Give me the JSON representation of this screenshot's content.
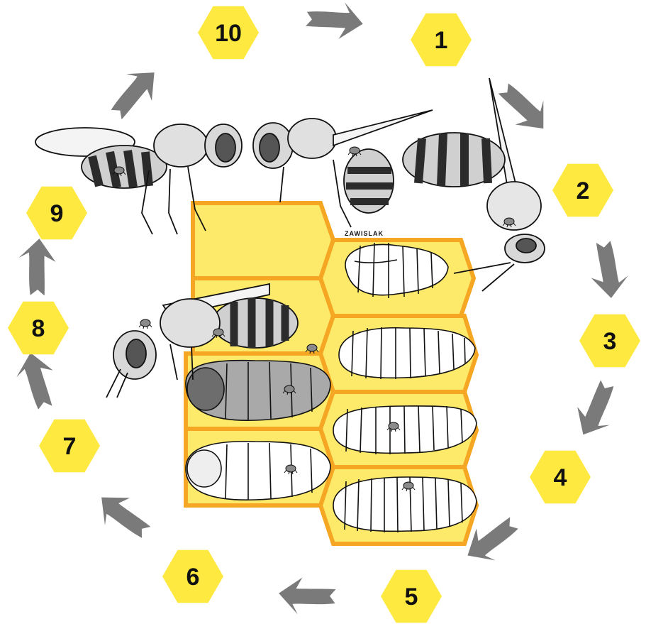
{
  "colors": {
    "hex_fill": "#fde93f",
    "arrow": "#7a7a7b",
    "comb_fill": "#fdea6a",
    "comb_stroke": "#f5a623",
    "outline": "#111111",
    "bee_dark": "#2b2b2b",
    "bee_mid": "#bdbdbd",
    "bee_light": "#e6e6e6",
    "mite": "#8a8a8a"
  },
  "stages": [
    {
      "label": "1"
    },
    {
      "label": "2"
    },
    {
      "label": "3"
    },
    {
      "label": "4"
    },
    {
      "label": "5"
    },
    {
      "label": "6"
    },
    {
      "label": "7"
    },
    {
      "label": "8"
    },
    {
      "label": "9"
    },
    {
      "label": "10"
    }
  ],
  "artist_signature": "ZAWISLAK",
  "icons": [
    "adult-bee",
    "bee-larva",
    "bee-pupa",
    "varroa-mite",
    "cycle-arrow"
  ]
}
